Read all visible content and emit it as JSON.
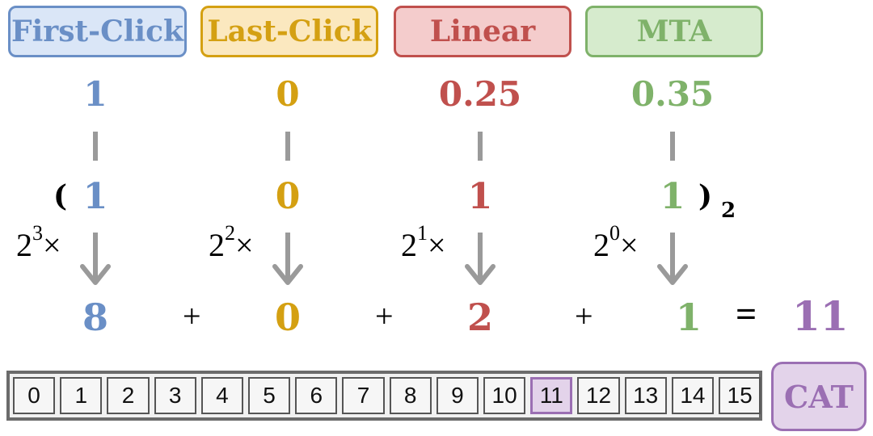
{
  "methods": [
    {
      "label": "First-Click",
      "score": "1",
      "bit": "1",
      "term": "8",
      "color": "#6a8fc6",
      "fill": "#dae6f7"
    },
    {
      "label": "Last-Click",
      "score": "0",
      "bit": "0",
      "term": "0",
      "color": "#d4a012",
      "fill": "#fbe8bf"
    },
    {
      "label": "Linear",
      "score": "0.25",
      "bit": "1",
      "term": "2",
      "color": "#c0504d",
      "fill": "#f4cccc"
    },
    {
      "label": "MTA",
      "score": "0.35",
      "bit": "1",
      "term": "1",
      "color": "#7fb26a",
      "fill": "#d6ebcd"
    }
  ],
  "binary": {
    "open_paren": "(",
    "close_paren": ")",
    "base_subscript": "2"
  },
  "powers": [
    {
      "base": "2",
      "exp": "3",
      "times": "×"
    },
    {
      "base": "2",
      "exp": "2",
      "times": "×"
    },
    {
      "base": "2",
      "exp": "1",
      "times": "×"
    },
    {
      "base": "2",
      "exp": "0",
      "times": "×"
    }
  ],
  "sum": {
    "plus": "+",
    "equals": "=",
    "result": "11",
    "result_color": "#9b6fb3"
  },
  "categories": {
    "cells": [
      "0",
      "1",
      "2",
      "3",
      "4",
      "5",
      "6",
      "7",
      "8",
      "9",
      "10",
      "11",
      "12",
      "13",
      "14",
      "15"
    ],
    "selected": "11",
    "label": "CAT"
  },
  "colors": {
    "arrow": "#9a9a9a",
    "highlight_fill": "#e3d3ea",
    "highlight_border": "#9b6fb3"
  }
}
